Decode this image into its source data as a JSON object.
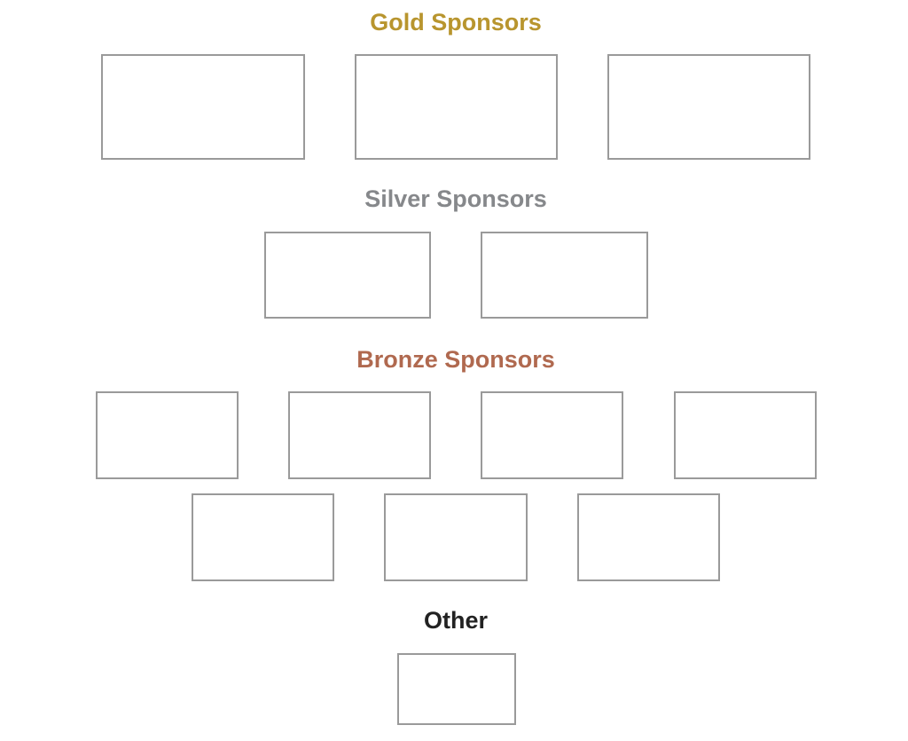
{
  "sections": {
    "gold": {
      "title": "Gold Sponsors",
      "color": "#b8952e",
      "sponsor_count": 3
    },
    "silver": {
      "title": "Silver Sponsors",
      "color": "#86888b",
      "sponsor_count": 2
    },
    "bronze": {
      "title": "Bronze Sponsors",
      "color": "#b0694f",
      "sponsor_count": 7
    },
    "other": {
      "title": "Other",
      "color": "#222222",
      "sponsor_count": 1
    }
  }
}
